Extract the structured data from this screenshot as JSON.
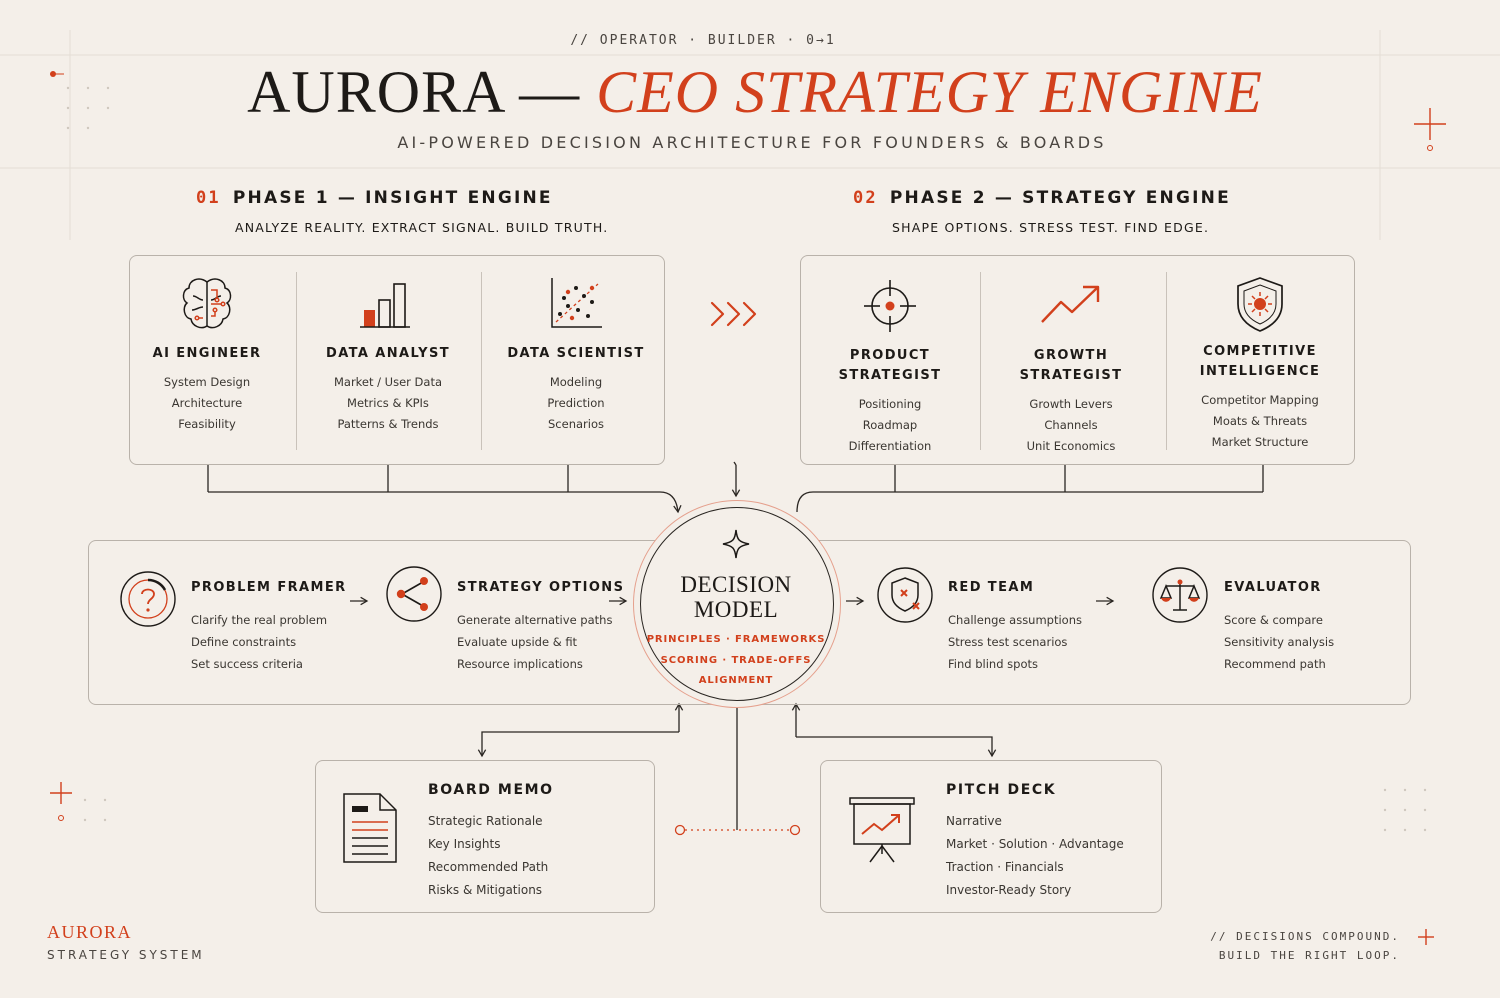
{
  "header": {
    "kicker": "// OPERATOR · BUILDER · 0→1",
    "title_plain": "AURORA — ",
    "title_accent": "CEO STRATEGY ENGINE",
    "subtitle": "AI-POWERED DECISION ARCHITECTURE FOR FOUNDERS & BOARDS"
  },
  "phase1": {
    "num": "01",
    "title": "PHASE 1 — INSIGHT ENGINE",
    "tagline": "ANALYZE REALITY. EXTRACT SIGNAL. BUILD TRUTH.",
    "roles": [
      {
        "icon": "brain-circuit-icon",
        "title": "AI ENGINEER",
        "items": [
          "System Design",
          "Architecture",
          "Feasibility"
        ]
      },
      {
        "icon": "bar-chart-icon",
        "title": "DATA ANALYST",
        "items": [
          "Market / User Data",
          "Metrics & KPIs",
          "Patterns & Trends"
        ]
      },
      {
        "icon": "scatter-plot-icon",
        "title": "DATA SCIENTIST",
        "items": [
          "Modeling",
          "Prediction",
          "Scenarios"
        ]
      }
    ]
  },
  "phase2": {
    "num": "02",
    "title": "PHASE 2 — STRATEGY ENGINE",
    "tagline": "SHAPE OPTIONS. STRESS TEST. FIND EDGE.",
    "roles": [
      {
        "icon": "crosshair-icon",
        "title_line1": "PRODUCT",
        "title_line2": "STRATEGIST",
        "items": [
          "Positioning",
          "Roadmap",
          "Differentiation"
        ]
      },
      {
        "icon": "trend-up-icon",
        "title_line1": "GROWTH",
        "title_line2": "STRATEGIST",
        "items": [
          "Growth Levers",
          "Channels",
          "Unit Economics"
        ]
      },
      {
        "icon": "shield-icon",
        "title_line1": "COMPETITIVE",
        "title_line2": "INTELLIGENCE",
        "items": [
          "Competitor Mapping",
          "Moats & Threats",
          "Market Structure"
        ]
      }
    ]
  },
  "flow": {
    "problem_framer": {
      "icon": "question-icon",
      "title": "PROBLEM FRAMER",
      "items": [
        "Clarify the real problem",
        "Define constraints",
        "Set success criteria"
      ]
    },
    "strategy_options": {
      "icon": "branch-icon",
      "title": "STRATEGY OPTIONS",
      "items": [
        "Generate alternative paths",
        "Evaluate upside & fit",
        "Resource implications"
      ]
    },
    "red_team": {
      "icon": "shield-x-icon",
      "title": "RED TEAM",
      "items": [
        "Challenge assumptions",
        "Stress test scenarios",
        "Find blind spots"
      ]
    },
    "evaluator": {
      "icon": "scales-icon",
      "title": "EVALUATOR",
      "items": [
        "Score & compare",
        "Sensitivity analysis",
        "Recommend path"
      ]
    }
  },
  "decision_model": {
    "title_line1": "DECISION",
    "title_line2": "MODEL",
    "sub_line1": "PRINCIPLES · FRAMEWORKS",
    "sub_line2": "SCORING · TRADE-OFFS",
    "sub_line3": "ALIGNMENT"
  },
  "outputs": {
    "board_memo": {
      "icon": "document-icon",
      "title": "BOARD MEMO",
      "items": [
        "Strategic Rationale",
        "Key Insights",
        "Recommended Path",
        "Risks & Mitigations"
      ]
    },
    "pitch_deck": {
      "icon": "presentation-icon",
      "title": "PITCH DECK",
      "items": [
        "Narrative",
        "Market · Solution · Advantage",
        "Traction · Financials",
        "Investor-Ready Story"
      ]
    }
  },
  "footer": {
    "brand": "AURORA",
    "brand_sub": "STRATEGY SYSTEM",
    "note_line1": "// DECISIONS COMPOUND.",
    "note_line2": "BUILD THE RIGHT LOOP."
  },
  "colors": {
    "accent": "#d2401c",
    "ink": "#1d1a17",
    "background": "#f4efe9"
  }
}
